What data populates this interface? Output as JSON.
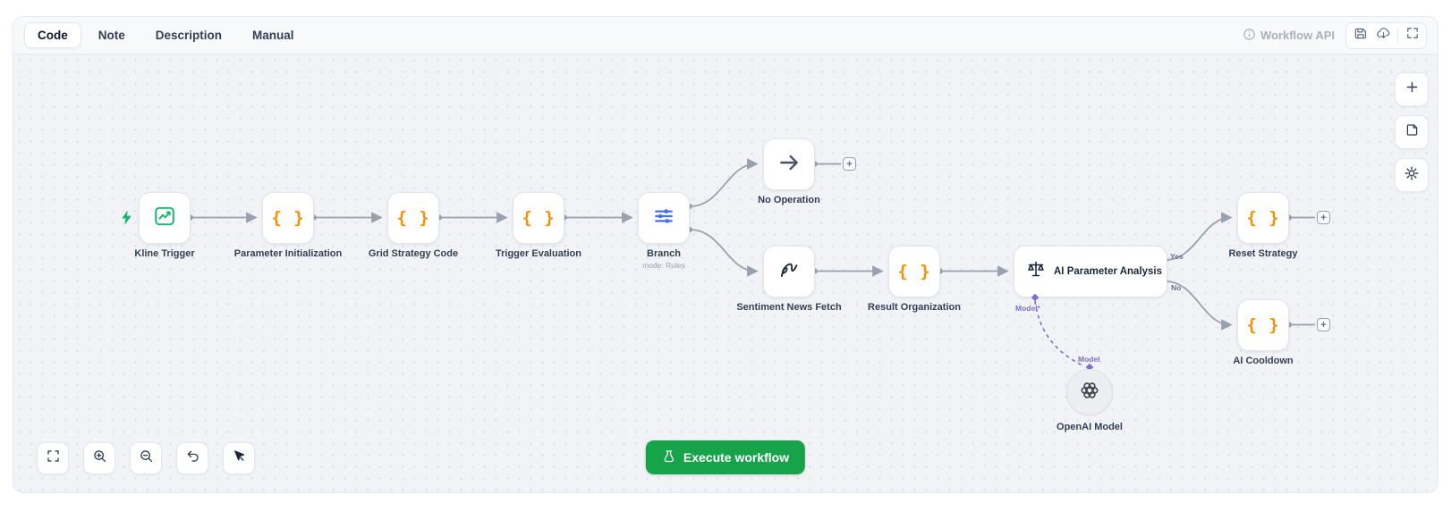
{
  "topbar": {
    "tabs": [
      {
        "label": "Code",
        "active": true
      },
      {
        "label": "Note",
        "active": false
      },
      {
        "label": "Description",
        "active": false
      },
      {
        "label": "Manual",
        "active": false
      }
    ],
    "workflow_api_label": "Workflow API"
  },
  "icons": {
    "code_braces": "{ }",
    "plus": "+"
  },
  "nodes": {
    "kline_trigger": {
      "label": "Kline Trigger"
    },
    "parameter_initialization": {
      "label": "Parameter Initialization"
    },
    "grid_strategy_code": {
      "label": "Grid Strategy Code"
    },
    "trigger_evaluation": {
      "label": "Trigger Evaluation"
    },
    "branch": {
      "label": "Branch",
      "mode": "mode: Rules"
    },
    "no_operation": {
      "label": "No Operation"
    },
    "sentiment_news_fetch": {
      "label": "Sentiment News Fetch"
    },
    "result_organization": {
      "label": "Result Organization"
    },
    "ai_parameter_analysis": {
      "label": "AI Parameter Analysis",
      "port_yes": "Yes",
      "port_no": "No",
      "model_handle": "Model*"
    },
    "openai_model": {
      "label": "OpenAI Model",
      "handle_label": "Model"
    },
    "reset_strategy": {
      "label": "Reset Strategy"
    },
    "ai_cooldown": {
      "label": "AI Cooldown"
    }
  },
  "controls": {
    "execute_label": "Execute workflow"
  },
  "colors": {
    "accent_orange": "#F79009",
    "accent_green": "#12B76A",
    "accent_blue": "#3E6FF4",
    "accent_purple": "#7C6FD0",
    "edge_gray": "#9AA1AD",
    "execute_green": "#16A34A"
  }
}
